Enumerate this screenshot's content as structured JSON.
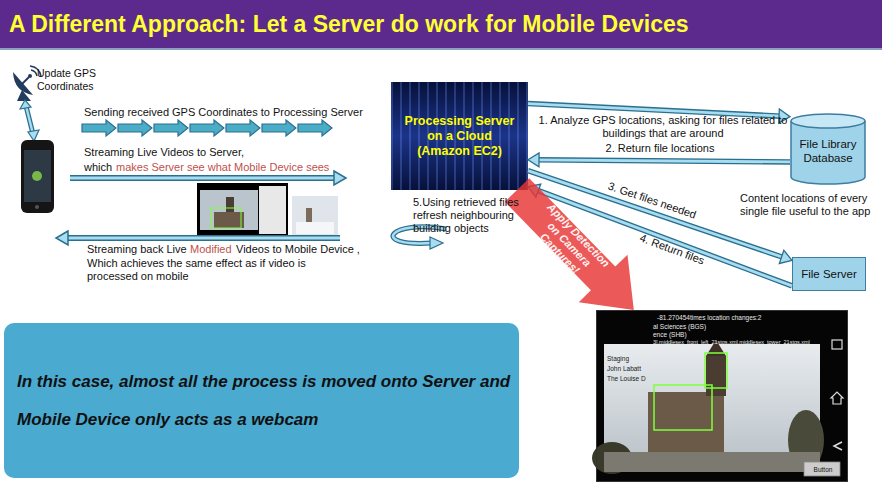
{
  "diagram": {
    "title": "A Different Approach: Let a Server do work for Mobile Devices",
    "nodes": [
      {
        "text": [
          "Processing Server on a Cloud (Amazon EC2)"
        ]
      },
      {
        "text": [
          "File Library Database"
        ]
      },
      {
        "text": [
          "File Server"
        ]
      },
      {
        "text": [
          "In this case, almost all the process is moved onto Server and Mobile Device only acts as a webcam"
        ]
      },
      {
        "text": [
          "-81.270454times location changes:2",
          "al Sciences (BGS)",
          "ence (SHB)",
          "3],middlesex_front_left_21stgs.xml,middlesex_tower_21stgs.xml",
          "Staging",
          "John Labatt",
          "The Louise D",
          "Button"
        ]
      }
    ],
    "edges": [
      {
        "from": 0,
        "to": 1,
        "label": "1. Analyze GPS locations, asking for files related to buildings that are around",
        "arrow": "to"
      },
      {
        "from": 1,
        "to": 0,
        "label": "2. Return file locations",
        "arrow": "to"
      },
      {
        "from": 0,
        "to": 2,
        "label": "3. Get files needed",
        "arrow": "to"
      },
      {
        "from": 2,
        "to": 0,
        "label": "4. Return files",
        "arrow": "to"
      },
      {
        "from": 0,
        "to": 4,
        "label": "Apply Detection on Camera Captures!",
        "arrow": "to"
      }
    ],
    "labels": [
      "Update GPS Coordinates",
      "Sending received GPS Coordinates to Processing Server",
      "Streaming Live Videos to Server,",
      "which",
      "makes Server see what Mobile Device sees",
      "Streaming back Live",
      "Modified",
      "Videos to Mobile Device ,",
      "Which achieves the same effect as if video is processed on mobile",
      "5.Using retrieved files refresh neighbouring building objects",
      "Content locations of every single file useful to the app"
    ]
  }
}
